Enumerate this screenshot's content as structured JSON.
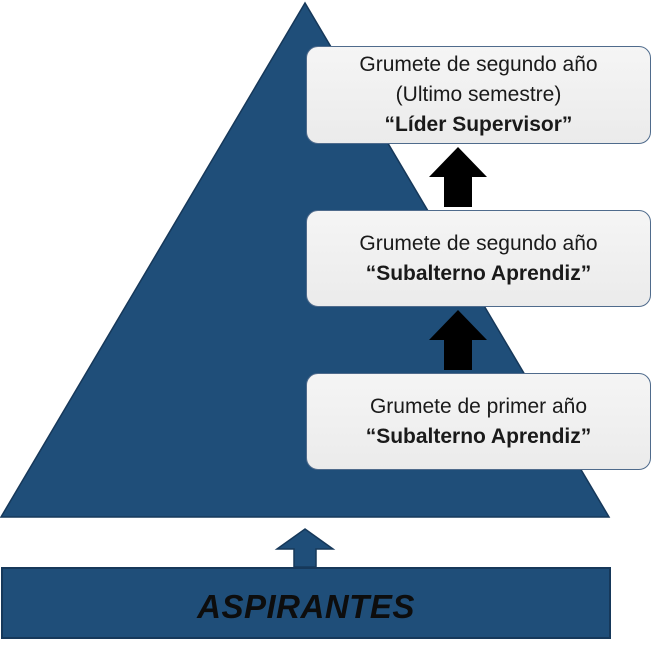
{
  "pyramid": {
    "fill_color": "#1f4e79",
    "levels": [
      {
        "id": "top",
        "lines": [
          "Grumete de segundo año",
          "(Ultimo semestre)"
        ],
        "role": "“Líder Supervisor”"
      },
      {
        "id": "middle",
        "lines": [
          "Grumete de segundo año"
        ],
        "role": "“Subalterno Aprendiz”"
      },
      {
        "id": "bottom",
        "lines": [
          "Grumete de primer año"
        ],
        "role": "“Subalterno Aprendiz”"
      }
    ],
    "arrow_color": "#000000"
  },
  "base": {
    "label": "ASPIRANTES",
    "fill_color": "#1f4e79"
  }
}
